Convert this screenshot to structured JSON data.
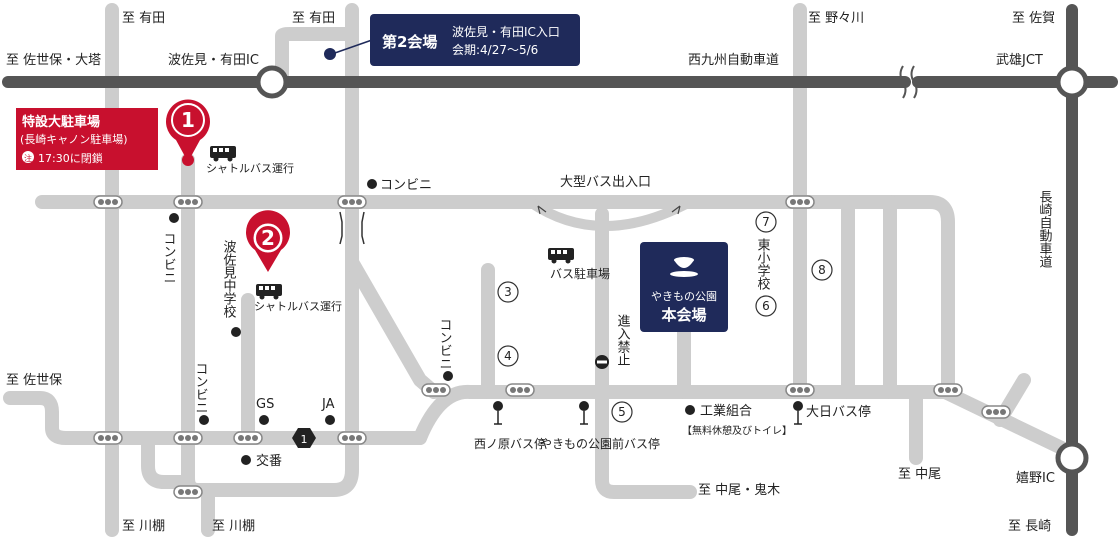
{
  "directions": {
    "north_arita_1": "至 有田",
    "north_arita_2": "至 有田",
    "west_sasebo_otou": "至 佐世保・大塔",
    "north_nonokawa": "至 野々川",
    "north_saga": "至 佐賀",
    "west_sasebo": "至 佐世保",
    "south_kawatana_1": "至 川棚",
    "south_kawatana_2": "至 川棚",
    "south_nakao_onigi": "至 中尾・鬼木",
    "south_nakao": "至 中尾",
    "south_nagasaki": "至 長崎"
  },
  "roads": {
    "nishikyushu_expwy": "西九州自動車道",
    "nagasaki_expwy": "長崎自動車道",
    "hasami_arita_ic": "波佐見・有田IC",
    "takeo_jct": "武雄JCT",
    "ureshino_ic": "嬉野IC",
    "large_bus_entrance": "大型バス出入口",
    "no_entry": "進入禁止"
  },
  "venue2": {
    "title": "第2会場",
    "line1": "波佐見・有田IC入口",
    "line2": "会期:4/27〜5/6"
  },
  "main_venue": {
    "line1": "やきもの公園",
    "line2": "本会場"
  },
  "parking1": {
    "number": "1",
    "title": "特設大駐車場",
    "subtitle": "(長崎キャノン駐車場)",
    "note_mark": "注",
    "note": "17:30に閉鎖",
    "shuttle": "シャトルバス運行"
  },
  "parking2": {
    "number": "2",
    "name": "波佐見中学校",
    "shuttle": "シャトルバス運行"
  },
  "places": {
    "conv_top": "コンビニ",
    "conv_left_v": "コンビニ",
    "conv_mid_v": "コンビニ",
    "conv_lower_v": "コンビニ",
    "gs": "GS",
    "ja": "JA",
    "police": "交番",
    "bus_parking": "バス駐車場",
    "east_elementary": "東小学校",
    "industry_union": "工業組合",
    "industry_note": "【無料休憩及びトイレ】",
    "nishinohara_bus": "西ノ原バス停",
    "yakimono_bus": "やきもの公園前バス停",
    "oohi_bus": "大日バス停"
  },
  "parking_numbers": [
    "3",
    "4",
    "5",
    "6",
    "7",
    "8"
  ],
  "route_number": "1",
  "colors": {
    "road_gray": "#cdcdcd",
    "expressway": "#555555",
    "navy": "#1f2a5a",
    "red": "#c8102e"
  }
}
